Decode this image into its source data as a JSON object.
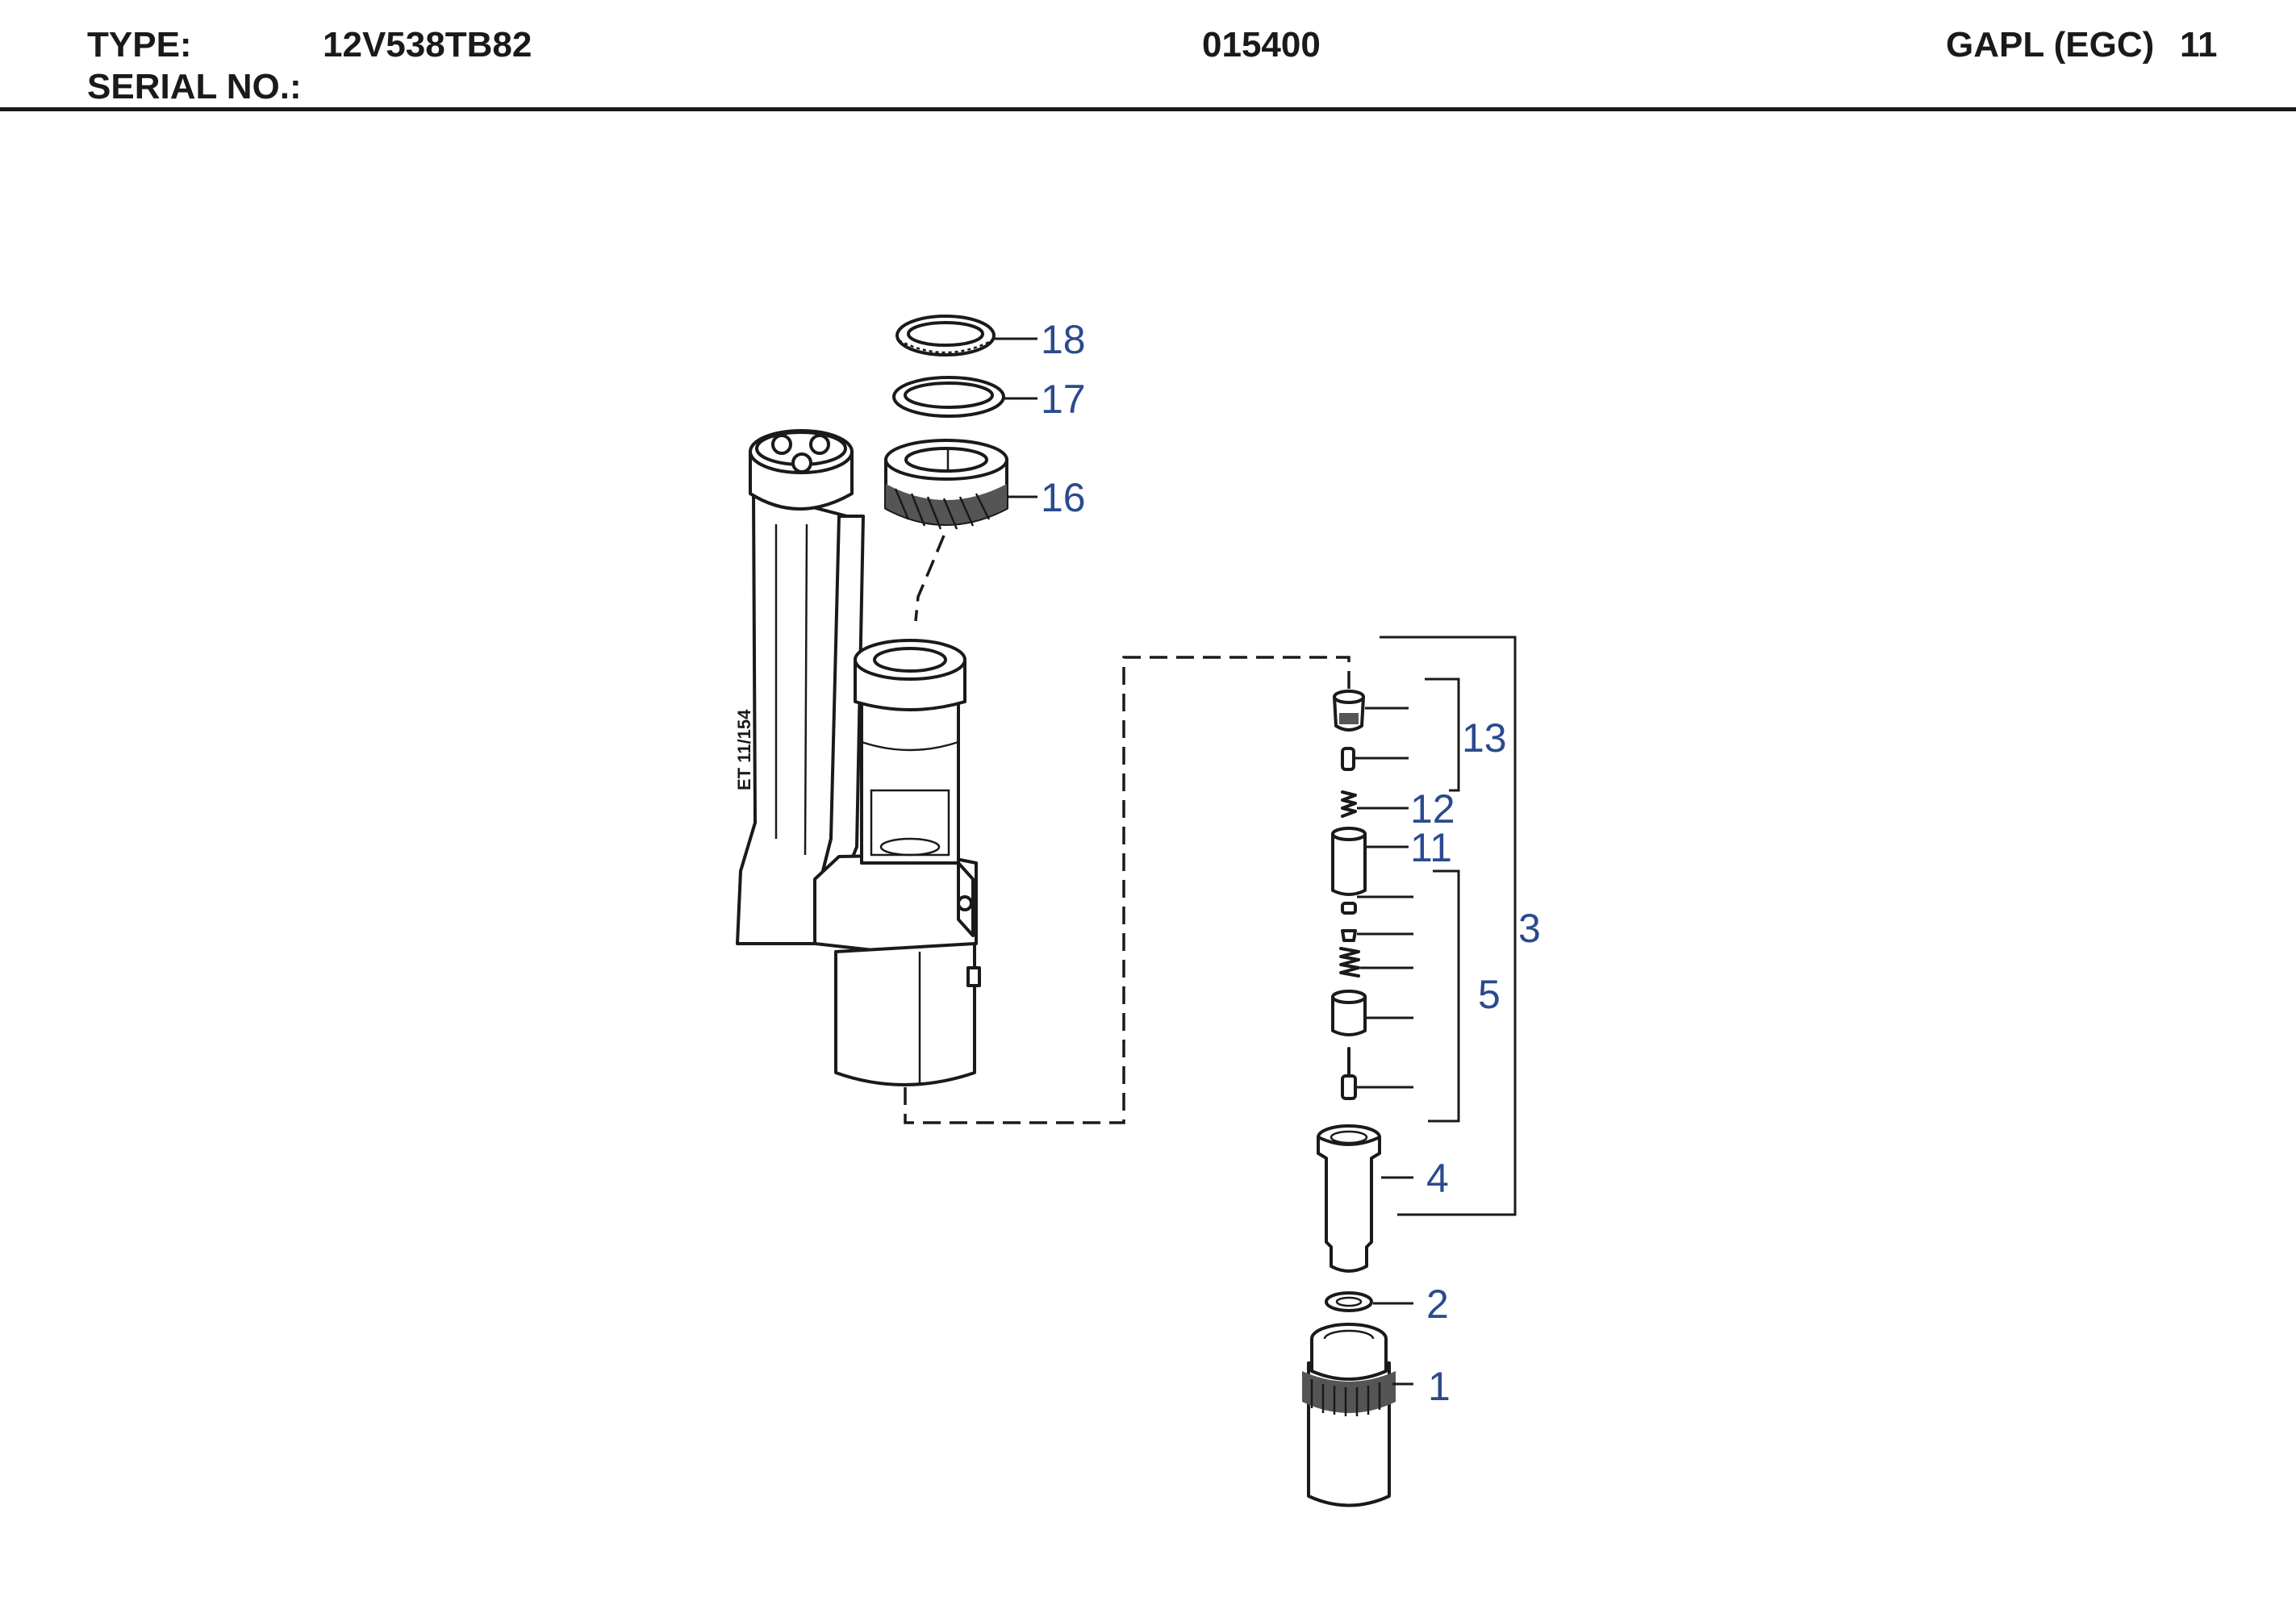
{
  "header": {
    "type_label": "TYPE:",
    "type_value": "12V538TB82",
    "serial_label": "SERIAL NO.:",
    "code": "015400",
    "group": "GAPL (EGC)",
    "page": "11"
  },
  "diagram": {
    "reference": "ET 11/154",
    "callouts": {
      "c18": "18",
      "c17": "17",
      "c16": "16",
      "c13": "13",
      "c12": "12",
      "c11": "11",
      "c3": "3",
      "c5": "5",
      "c4": "4",
      "c2": "2",
      "c1": "1"
    }
  },
  "colors": {
    "callout_text": "#2b4a8e",
    "line_art": "#1a1a1a"
  }
}
